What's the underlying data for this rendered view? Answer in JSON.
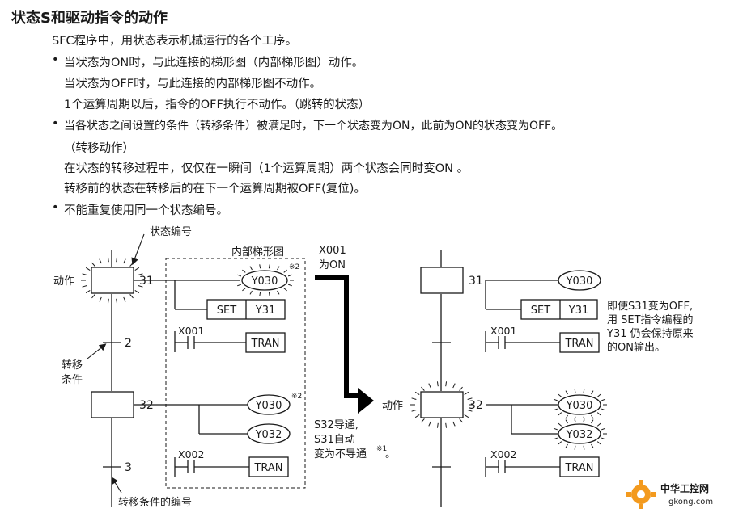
{
  "title": "状态S和驱动指令的动作",
  "body": {
    "intro": "SFC程序中，用状态表示机械运行的各个工序。",
    "b1_l1": "当状态为ON时，与此连接的梯形图（内部梯形图）动作。",
    "b1_l2": "当状态为OFF时，与此连接的内部梯形图不动作。",
    "b1_l3": "1个运算周期以后，指令的OFF执行不动作。（跳转的状态）",
    "b2_l1": "当各状态之间设置的条件（转移条件）被满足时，下一个状态变为ON，此前为ON的状态变为OFF。",
    "b2_l2": "（转移动作）",
    "b2_l3": "在状态的转移过程中，仅仅在一瞬间（1个运算周期）两个状态会同时变ON 。",
    "b2_l4": "转移前的状态在转移后的在下一个运算周期被OFF(复位)。",
    "b3_l1": "不能重复使用同一个状态编号。",
    "bullet_char": "•"
  },
  "diagram": {
    "label_state_no": "状态编号",
    "label_inner_ladder": "内部梯形图",
    "label_action": "动作",
    "label_transfer_1": "转移",
    "label_transfer_2": "条件",
    "label_transfer_no": "转移条件的编号",
    "state_31": "31",
    "state_32": "32",
    "trans_2": "2",
    "trans_3": "3",
    "coil_y030": "Y030",
    "coil_y031": "Y31",
    "coil_y032": "Y032",
    "set": "SET",
    "tran": "TRAN",
    "x001": "X001",
    "x002": "X002",
    "note_mark_2": "※2",
    "note_mark_1": "※1",
    "arrow_top_1": "X001",
    "arrow_top_2": "为ON",
    "arrow_bottom_1": "S32导通,",
    "arrow_bottom_2": "S31自动",
    "arrow_bottom_3": "变为不导通",
    "arrow_bottom_3_end": "。",
    "right_note_1": "即使S31变为OFF,",
    "right_note_2": "用 SET指令编程的",
    "right_note_3": "Y31 仍会保持原来",
    "right_note_4": "的ON输出。"
  },
  "watermark": {
    "brand": "中华工控网",
    "url": "gkong.com"
  },
  "colors": {
    "ink": "#1a1a1a",
    "watermark_orange": "#f39a1e",
    "watermark_blue": "#3a79c4"
  }
}
